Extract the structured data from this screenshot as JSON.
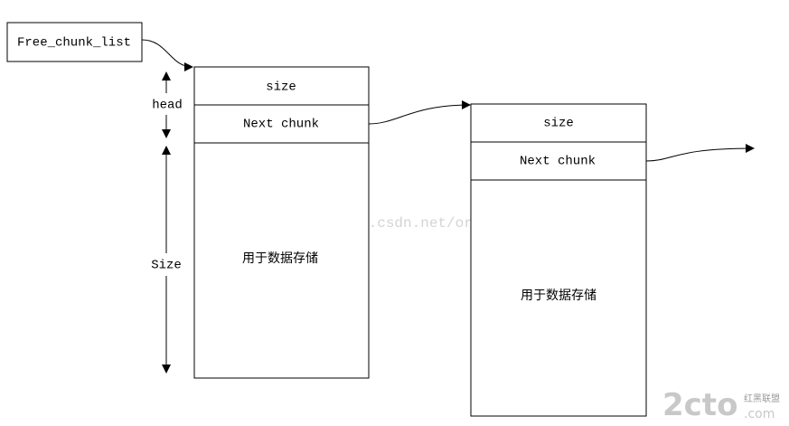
{
  "free_list_label": "Free_chunk_list",
  "head_label": "head",
  "size_label": "Size",
  "block1": {
    "size": "size",
    "next": "Next chunk",
    "data": "用于数据存储"
  },
  "block2": {
    "size": "size",
    "next": "Next chunk",
    "data": "用于数据存储"
  },
  "watermark": "http://blog.csdn.net/ordeder",
  "logo": {
    "text": "2cto",
    "subtext": "红黑联盟",
    "domain": ".com"
  }
}
